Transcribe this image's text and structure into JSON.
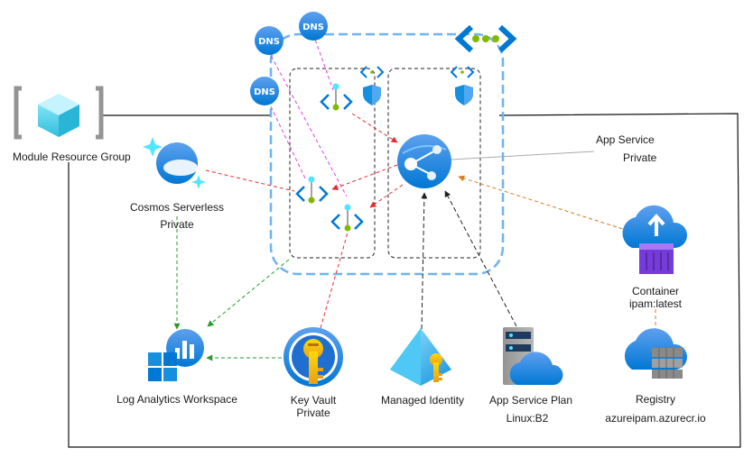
{
  "labels": {
    "module_resource_group": "Module Resource Group",
    "cosmos_name": "Cosmos Serverless",
    "cosmos_access": "Private",
    "app_service_name": "App Service",
    "app_service_access": "Private",
    "log_analytics": "Log Analytics Workspace",
    "key_vault_name": "Key Vault",
    "key_vault_access": "Private",
    "managed_identity": "Managed Identity",
    "app_service_plan_name": "App Service Plan",
    "app_service_plan_sku": "Linux:B2",
    "container_name": "Container",
    "container_image": "ipam:latest",
    "registry_name": "Registry",
    "registry_host": "azureipam.azurecr.io",
    "dns": "DNS"
  },
  "colors": {
    "azure_blue": "#0078d4",
    "light_blue": "#50e6ff",
    "vnet_border": "#6fb3f0",
    "red_link": "#e03030",
    "magenta_link": "#e040e0",
    "green_link": "#2a9a2a",
    "orange_link": "#d87a20",
    "gray_link": "#aaaaaa",
    "black_link": "#222222",
    "key_gold": "#f2b71a",
    "container_purple": "#773adc"
  },
  "icons": [
    "resource-group-icon",
    "cosmos-db-icon",
    "dns-zone-icon",
    "private-endpoint-icon",
    "subnet-shield-icon",
    "vnet-icon",
    "app-service-icon",
    "log-analytics-icon",
    "key-vault-icon",
    "managed-identity-icon",
    "app-service-plan-icon",
    "container-upload-icon",
    "container-registry-icon"
  ]
}
